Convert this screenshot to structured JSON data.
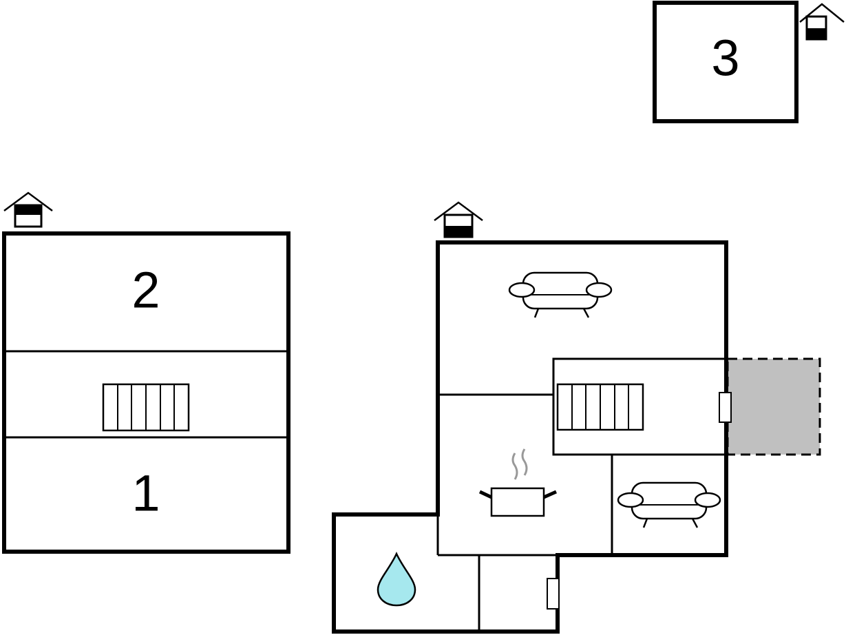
{
  "floor_plan": {
    "colors": {
      "wall": "#000000",
      "background": "#ffffff",
      "terrace": "#c0c0c0",
      "water_drop": "#a6e8ee"
    },
    "room_labels": {
      "upper_floor_top": "2",
      "upper_floor_bottom": "1",
      "annex": "3"
    },
    "icons": [
      "house-icon",
      "sofa-icon",
      "stairs-icon",
      "kitchen-pot-icon",
      "bathroom-water-drop-icon",
      "door-icon",
      "terrace"
    ]
  }
}
